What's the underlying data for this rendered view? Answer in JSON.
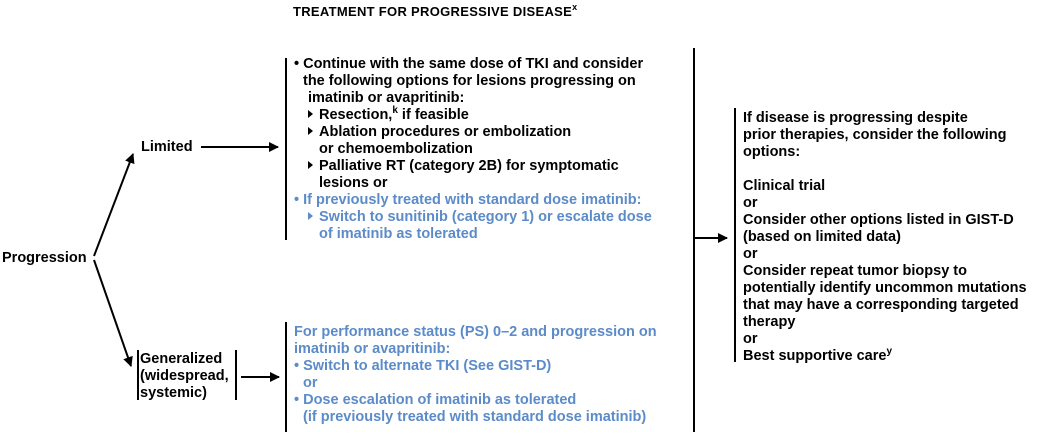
{
  "title": "TREATMENT FOR PROGRESSIVE DISEASE",
  "title_sup": "x",
  "progression_label": "Progression",
  "limited_label": "Limited",
  "generalized_label": [
    "Generalized",
    "(widespread,",
    "systemic)"
  ],
  "limited_box": {
    "intro": [
      "• Continue with the same dose of TKI and consider",
      "the following options for lesions progressing on",
      "imatinib or avapritinib:"
    ],
    "resection_main": "Resection,",
    "resection_sup": "k",
    "resection_rest": " if feasible",
    "ablation": [
      "Ablation procedures or embolization",
      "or chemoembolization"
    ],
    "palliative": [
      "Palliative RT (category 2B) for symptomatic",
      "lesions or"
    ],
    "blue_bullet": "• If previously treated with standard dose imatinib:",
    "blue_sub": [
      "Switch to sunitinib (category 1) or escalate dose",
      "of imatinib as tolerated"
    ]
  },
  "generalized_box": {
    "lines": [
      "For performance status (PS) 0–2 and progression on",
      "imatinib or avapritinib:",
      "• Switch to alternate TKI (See GIST-D)",
      "or",
      "• Dose escalation of imatinib as tolerated",
      "(if previously treated with standard dose imatinib)"
    ]
  },
  "right_box": {
    "intro": [
      "If disease is progressing despite",
      "prior therapies, consider the following",
      "options:"
    ],
    "clinical_trial": "Clinical trial",
    "or": "or",
    "other_options": [
      "Consider other options listed in GIST-D",
      "(based on limited data)"
    ],
    "biopsy": [
      "Consider repeat tumor biopsy to",
      "potentially identify uncommon mutations",
      "that may have a corresponding targeted",
      "therapy"
    ],
    "bsc": "Best supportive care",
    "bsc_sup": "y"
  },
  "colors": {
    "text": "#000000",
    "blue": "#5b8bc9"
  }
}
